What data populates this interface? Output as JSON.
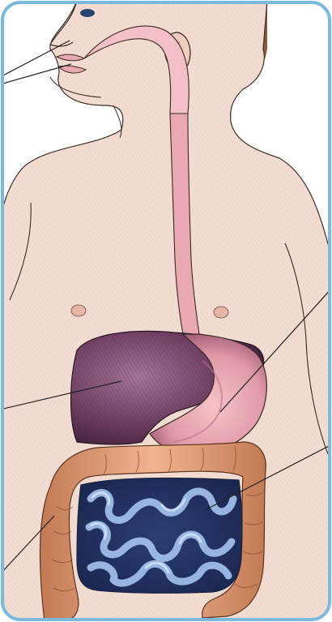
{
  "figure": {
    "colors": {
      "frame_border": "#7db9dc",
      "background": "#ffffff",
      "skin": "#f3ddd2",
      "skin_shadow": "#e8c2b3",
      "hair": "#8a5a3c",
      "esophagus": "#e9a9b2",
      "liver": "#6b3a5e",
      "liver_light": "#9a6a8f",
      "stomach": "#e6a3ad",
      "stomach_dark": "#7a3d5a",
      "small_intestine": "#3f5a9c",
      "small_intestine_light": "#8fb0e0",
      "large_intestine": "#e0a17c",
      "large_intestine_dark": "#b86e4a",
      "leader_line": "#222222"
    },
    "leader_lines": [
      {
        "target": "mouth-upper"
      },
      {
        "target": "mouth-lower"
      },
      {
        "target": "liver"
      },
      {
        "target": "stomach"
      },
      {
        "target": "small-intestine"
      },
      {
        "target": "large-intestine"
      }
    ]
  }
}
